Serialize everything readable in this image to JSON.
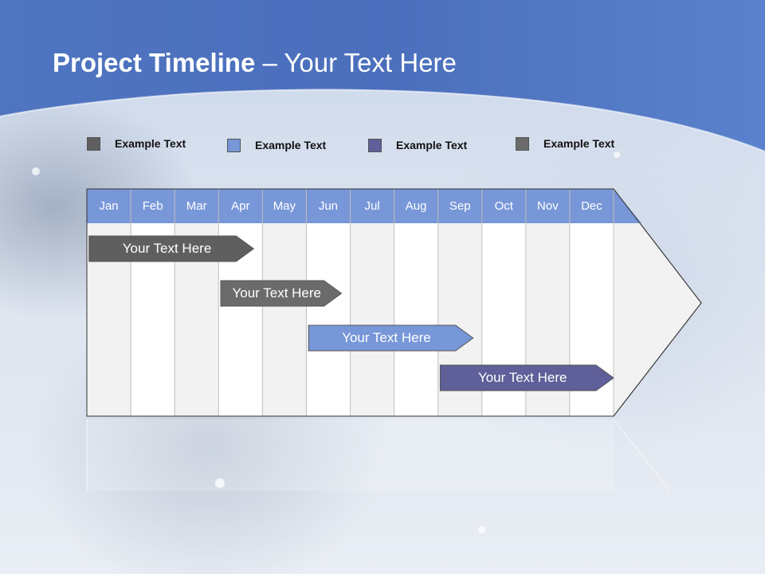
{
  "slide": {
    "title_bold": "Project Timeline",
    "title_rest": " – Your Text Here"
  },
  "legend": [
    {
      "label": "Example Text",
      "color": "#5f5f5f"
    },
    {
      "label": "Example Text",
      "color": "#7897d8"
    },
    {
      "label": "Example Text",
      "color": "#5f5f99"
    },
    {
      "label": "Example Text",
      "color": "#6b6b6b"
    }
  ],
  "timeline": {
    "months": [
      "Jan",
      "Feb",
      "Mar",
      "Apr",
      "May",
      "Jun",
      "Jul",
      "Aug",
      "Sep",
      "Oct",
      "Nov",
      "Dec"
    ],
    "header_color": "#7897d8",
    "tasks": [
      {
        "label": "Your  Text Here",
        "start_month": 0.05,
        "end_month": 3.8,
        "color": "#5f5f5f"
      },
      {
        "label": "Your  Text Here",
        "start_month": 3.05,
        "end_month": 5.8,
        "color": "#6b6b6b"
      },
      {
        "label": "Your  Text Here",
        "start_month": 5.05,
        "end_month": 8.8,
        "color": "#7897d8"
      },
      {
        "label": "Your  Text Here",
        "start_month": 8.05,
        "end_month": 12.0,
        "color": "#5f5f99"
      }
    ]
  }
}
